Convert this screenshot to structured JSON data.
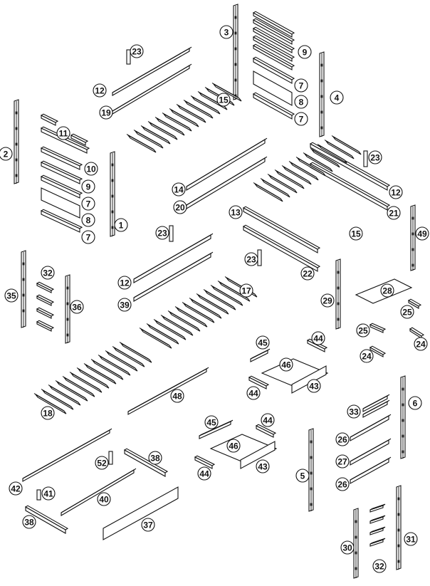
{
  "callouts": [
    "1",
    "2",
    "3",
    "4",
    "5",
    "6",
    "7",
    "8",
    "9",
    "10",
    "11",
    "12",
    "13",
    "14",
    "15",
    "17",
    "18",
    "19",
    "20",
    "21",
    "22",
    "23",
    "24",
    "25",
    "26",
    "27",
    "28",
    "29",
    "30",
    "31",
    "32",
    "33",
    "35",
    "36",
    "37",
    "38",
    "39",
    "40",
    "41",
    "42",
    "43",
    "44",
    "45",
    "46",
    "48",
    "49",
    "52"
  ]
}
